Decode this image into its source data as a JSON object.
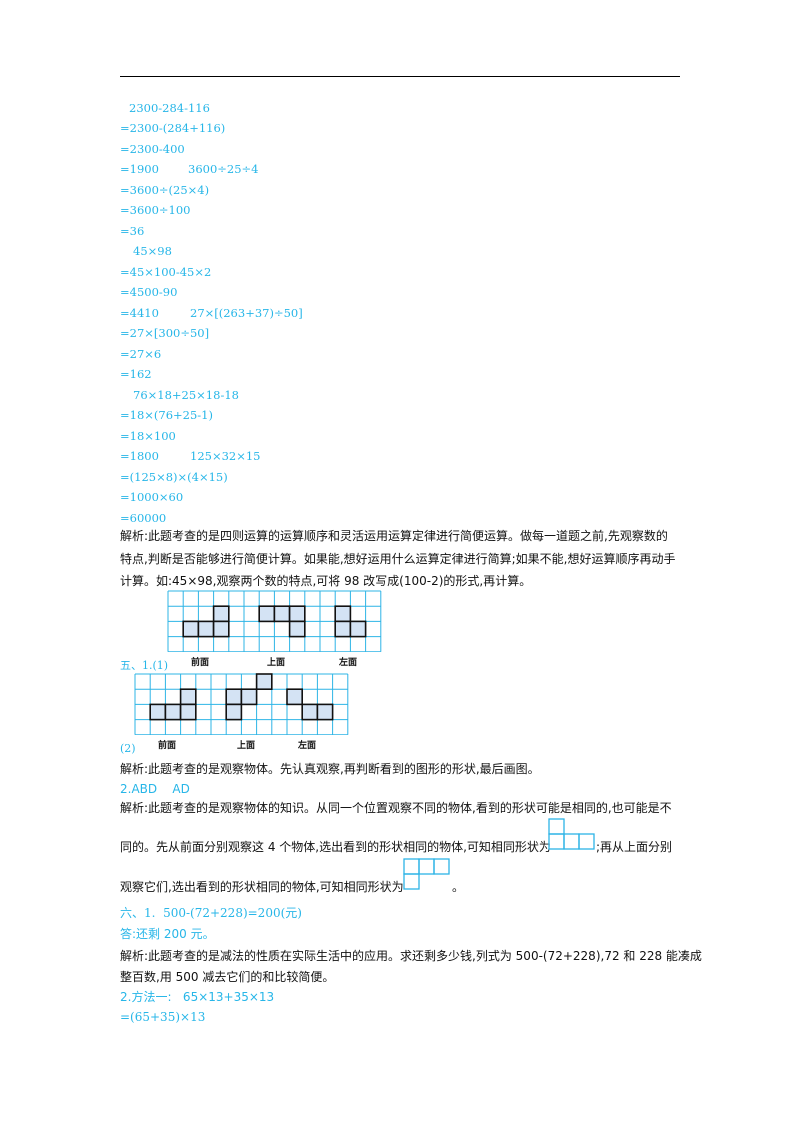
{
  "calc": {
    "l1": "2300-284-116",
    "l2": "=2300-(284+116)",
    "l3": "=2300-400",
    "l4a": "=1900",
    "l4b": "3600÷25÷4",
    "l5": "=3600÷(25×4)",
    "l6": "=3600÷100",
    "l7": "=36",
    "l8": "45×98",
    "l9": "=45×100-45×2",
    "l10": "=4500-90",
    "l11a": "=4410",
    "l11b": "27×[(263+37)÷50]",
    "l12": "=27×[300÷50]",
    "l13": "=27×6",
    "l14": "=162",
    "l15": "76×18+25×18-18",
    "l16": "=18×(76+25-1)",
    "l17": "=18×100",
    "l18a": "=1800",
    "l18b": "125×32×15",
    "l19": "=(125×8)×(4×15)",
    "l20": "=1000×60",
    "l21": "=60000"
  },
  "analysis1": {
    "line1": "解析:此题考查的是四则运算的运算顺序和灵活运用运算定律进行简便运算。做每一道题之前,先观察数的",
    "line2": "特点,判断是否能够进行简便计算。如果能,想好运用什么运算定律进行简算;如果不能,想好运算顺序再动手",
    "line3": "计算。如:45×98,观察两个数的特点,可将 98 改写成(100-2)的形式,再计算。"
  },
  "grid1": {
    "label_front": "前面",
    "label_top": "上面",
    "label_left": "左面"
  },
  "q5_1_label": "五、1.(1)",
  "grid2": {
    "label_front": "前面",
    "label_top": "上面",
    "label_left": "左面"
  },
  "q5_2_label": "(2)",
  "analysis2": "解析:此题考查的是观察物体。先认真观察,再判断看到的图形的形状,最后画图。",
  "answer2": "2.ABD    AD",
  "analysis3": {
    "line1": "解析:此题考查的是观察物体的知识。从同一个位置观察不同的物体,看到的形状可能是相同的,也可能是不",
    "line2a": "同的。先从前面分别观察这 4 个物体,选出看到的形状相同的物体,可知相同形状为",
    "line2b": ";再从上面分别",
    "line3a": "观察它们,选出看到的形状相同的物体,可知相同形状为",
    "line3b": "。"
  },
  "q6": {
    "l1": "六、1.  500-(72+228)=200(元)",
    "l2": "答:还剩 200 元。",
    "analysis_l1": "解析:此题考查的是减法的性质在实际生活中的应用。求还剩多少钱,列式为 500-(72+228),72 和 228 能凑成",
    "analysis_l2": "整百数,用 500 减去它们的和比较简便。",
    "l3": "2.方法一:   65×13+35×13",
    "l4": "=(65+35)×13"
  },
  "colors": {
    "answer": "#27b6e8",
    "grid_line": "#2db4e6",
    "shade": "#d4e3f4"
  }
}
